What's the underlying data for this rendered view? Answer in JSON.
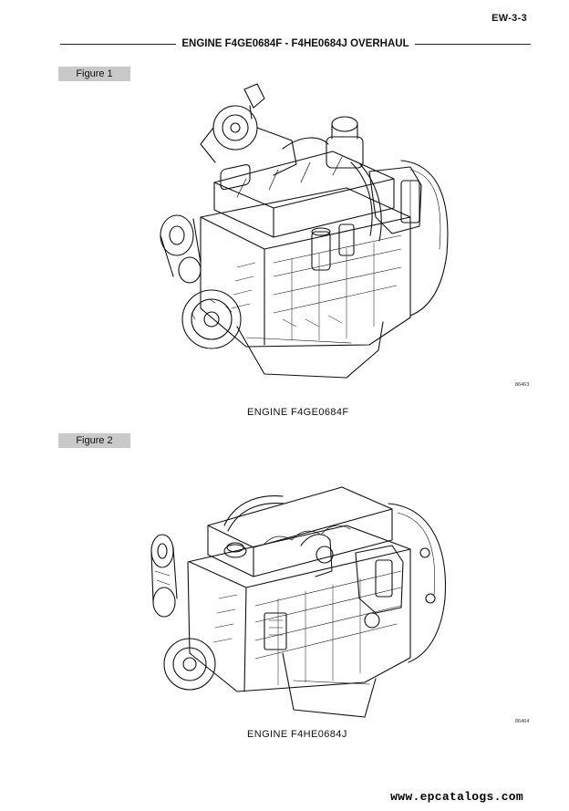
{
  "header": {
    "page_number": "EW-3-3",
    "title": "ENGINE F4GE0684F - F4HE0684J OVERHAUL"
  },
  "figures": [
    {
      "tag": "Figure 1",
      "ref_code": "86463",
      "caption": "ENGINE  F4GE0684F",
      "art": "engine-illustration-icon"
    },
    {
      "tag": "Figure 2",
      "ref_code": "86464",
      "caption": "ENGINE  F4HE0684J",
      "art": "engine-illustration-icon"
    }
  ],
  "footer": {
    "link": "www.epcatalogs.com"
  },
  "colors": {
    "tag_background": "#c9c9c9",
    "ink": "#111111"
  }
}
